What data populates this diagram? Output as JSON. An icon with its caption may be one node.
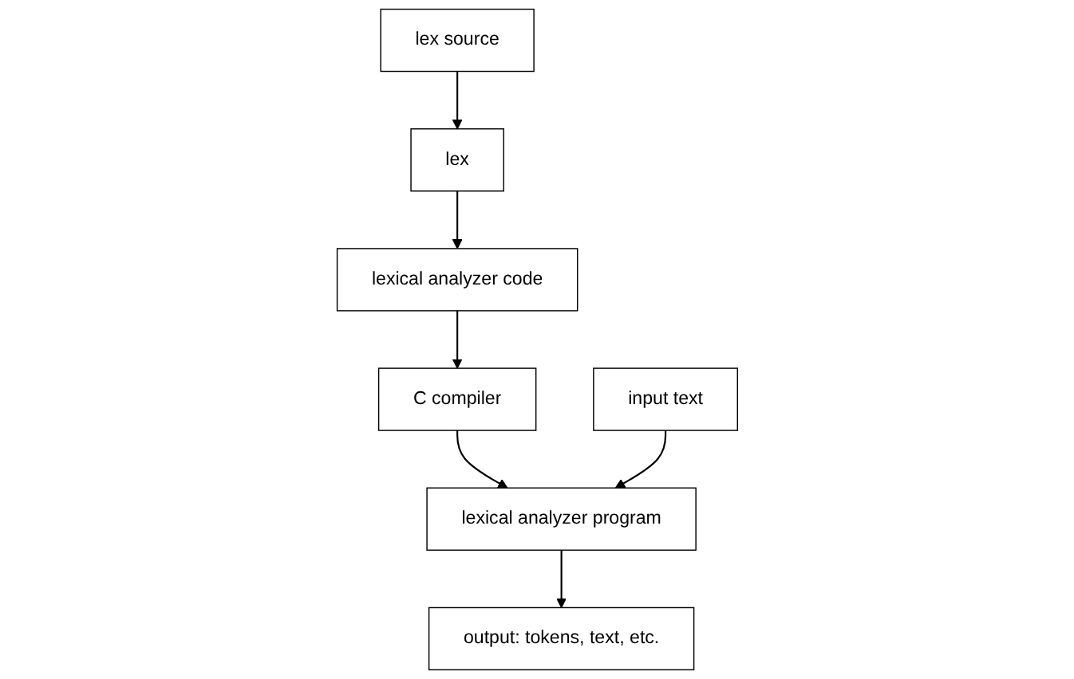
{
  "diagram": {
    "nodes": [
      {
        "text": [
          "lex source"
        ]
      },
      {
        "text": [
          "lex"
        ]
      },
      {
        "text": [
          "lexical analyzer code"
        ]
      },
      {
        "text": [
          "C compiler"
        ]
      },
      {
        "text": [
          "input text"
        ]
      },
      {
        "text": [
          "lexical analyzer program"
        ]
      },
      {
        "text": [
          "output: tokens, text, etc."
        ]
      }
    ],
    "edges": [
      {
        "from": 0,
        "to": 1,
        "arrow": "to"
      },
      {
        "from": 1,
        "to": 2,
        "arrow": "to"
      },
      {
        "from": 2,
        "to": 3,
        "arrow": "to"
      },
      {
        "from": 3,
        "to": 5,
        "arrow": "to"
      },
      {
        "from": 4,
        "to": 5,
        "arrow": "to"
      },
      {
        "from": 5,
        "to": 6,
        "arrow": "to"
      }
    ]
  }
}
